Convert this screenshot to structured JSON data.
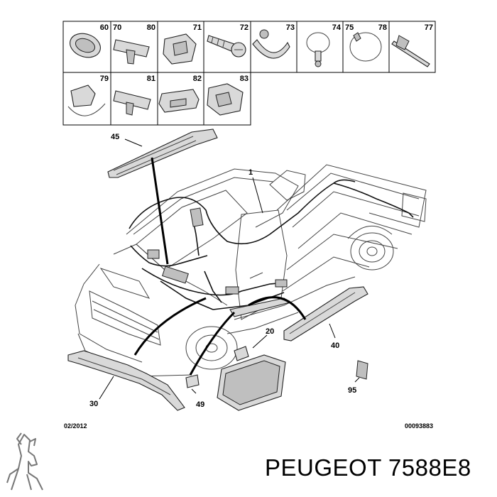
{
  "parts_grid": {
    "row1": [
      "60",
      "70",
      "80",
      "71",
      "72",
      "73",
      "74",
      "75",
      "78",
      "77"
    ],
    "row2": [
      "79",
      "81",
      "82",
      "83"
    ]
  },
  "callouts": {
    "c45": "45",
    "c1": "1",
    "c20": "20",
    "c40": "40",
    "c30": "30",
    "c49": "49",
    "c95": "95"
  },
  "footer": {
    "date": "02/2012",
    "doc_number": "00093883"
  },
  "brand_text": "PEUGEOT 7588E8",
  "logo_name": "peugeot-lion-logo"
}
